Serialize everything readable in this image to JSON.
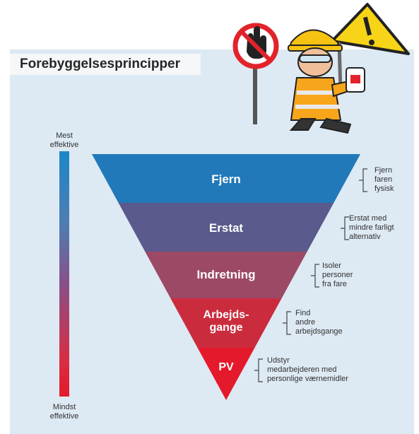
{
  "header": {
    "title": "Forebyggelsesprincipper"
  },
  "gauge": {
    "top_label": "Mest\neffektive",
    "bottom_label": "Mindst\neffektive"
  },
  "tiers": [
    {
      "label": "Fjern",
      "note": "Fjern\nfaren\nfysisk",
      "color": "#2179b9"
    },
    {
      "label": "Erstat",
      "note": "Erstat med\nmindre farligt\nalternativ",
      "color": "#5a5a8c"
    },
    {
      "label": "Indretning",
      "note": "Isoler\npersoner\nfra fare",
      "color": "#9c4965"
    },
    {
      "label": "Arbejds-\ngange",
      "note": "Find\nandre\narbejdsgange",
      "color": "#cb2c3d"
    },
    {
      "label": "PV",
      "note": "Udstyr\nmedarbejderen med\npersonlige værnemidler",
      "color": "#e4192b"
    }
  ],
  "illustration": {
    "stop_sign_icon": "no-entry-hand-icon",
    "warning_sign_icon": "warning-triangle-icon",
    "figure": "construction-worker-icon"
  }
}
